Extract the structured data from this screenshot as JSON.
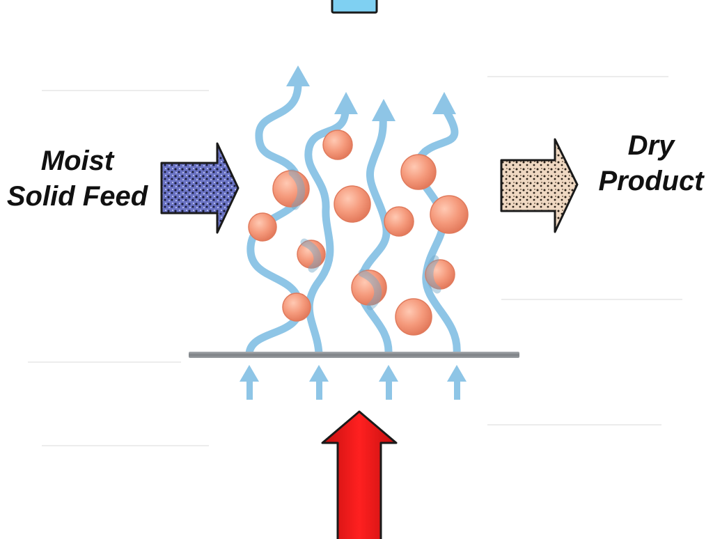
{
  "diagram": {
    "feed_label": [
      "Moist",
      "Solid Feed"
    ],
    "product_label": [
      "Dry",
      "Product"
    ]
  },
  "colors": {
    "air": "#8ec5e6",
    "particle": "#f59a7c",
    "particle_edge": "#e07a5c",
    "hot_air_arrow": "#e01818",
    "feed_arrow": "#6a73c4",
    "product_arrow": "#e9cdb4",
    "distributor_plate": "#8e9296",
    "exhaust": "#7fd0f2"
  },
  "icons": {
    "feed_arrow": "speckled-right-arrow",
    "product_arrow": "speckled-right-arrow",
    "hot_air_arrow": "up-arrow",
    "air_flow": "wavy-up-arrow"
  }
}
